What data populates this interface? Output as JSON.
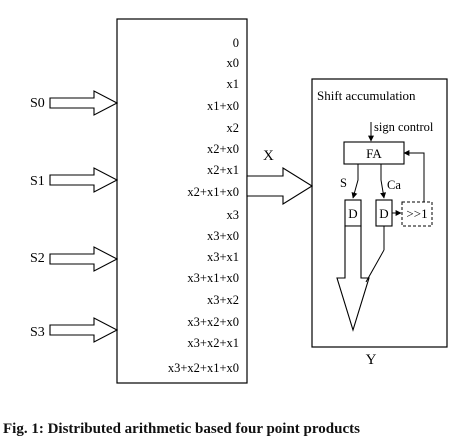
{
  "inputs": [
    "S0",
    "S1",
    "S2",
    "S3"
  ],
  "lut": {
    "entries": [
      "0",
      "x0",
      "x1",
      "x1+x0",
      "x2",
      "x2+x0",
      "x2+x1",
      "x2+x1+x0",
      "x3",
      "x3+x0",
      "x3+x1",
      "x3+x1+x0",
      "x3+x2",
      "x3+x2+x0",
      "x3+x2+x1",
      "x3+x2+x1+x0"
    ]
  },
  "lut_output_label": "X",
  "accumulator": {
    "title": "Shift accumulation",
    "sign_control": "sign control",
    "adder": "FA",
    "sum": "S",
    "carry": "Ca",
    "delay_1": "D",
    "delay_2": "D",
    "shifter": ">>1"
  },
  "output_label": "Y",
  "caption": "Fig. 1: Distributed arithmetic based four point products"
}
